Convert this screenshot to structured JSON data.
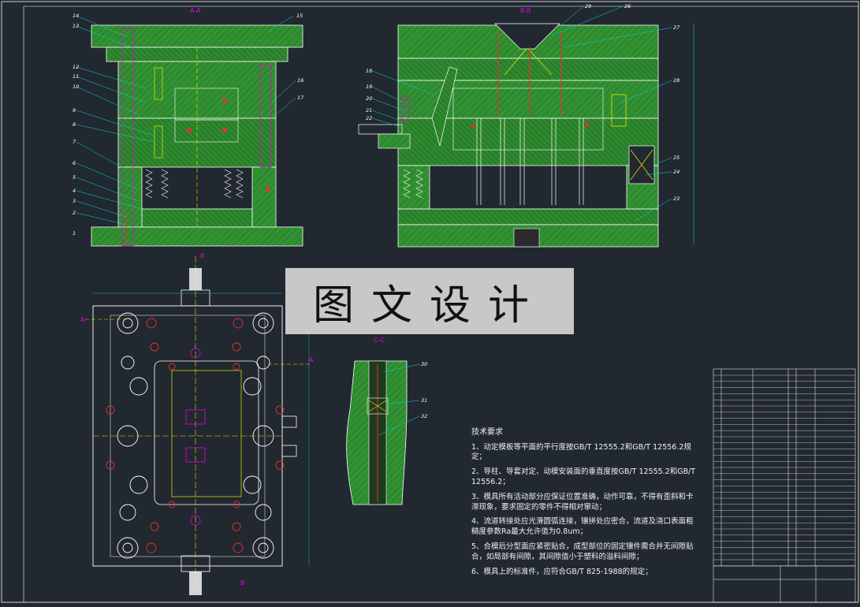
{
  "views": {
    "section_aa": "A-A",
    "section_bb": "B-B",
    "section_cc": "C-C"
  },
  "section_markers": {
    "A": "A",
    "B": "B"
  },
  "part_numbers_left": [
    "14",
    "13",
    "12",
    "11",
    "10",
    "9",
    "8",
    "7",
    "6",
    "5",
    "4",
    "3",
    "2",
    "1"
  ],
  "part_numbers_aa_right": [
    "15",
    "16",
    "17"
  ],
  "part_numbers_bb_left": [
    "18",
    "19",
    "20",
    "21",
    "22"
  ],
  "part_numbers_bb_right": [
    "26",
    "27",
    "28",
    "25",
    "24",
    "23"
  ],
  "part_numbers_bb_top": [
    "29"
  ],
  "part_numbers_cc": [
    "30",
    "31",
    "32"
  ],
  "watermark": "图文设计",
  "tech_notes": {
    "title": "技术要求",
    "items": [
      "1、动定模板等平面的平行度按GB/T 12555.2和GB/T 12556.2规定；",
      "2、导柱、导套对定、动模安装面的垂直度按GB/T 12555.2和GB/T 12556.2；",
      "3、模具所有活动部分应保证位置准确，动作可靠，不得有歪斜和卡滞现象，要求固定的零件不得相对窜动；",
      "4、流道转接处应光滑圆弧连接，镶拼处应密合，流道及浇口表面粗糙度参数Ra最大允许值为0.8um；",
      "5、合模后分型面应紧密贴合，成型部位的固定镶件需合并无间隙贴合，如局部有间隙，其间隙值小于塑料的溢料间隙；",
      "6、模具上的标准件，应符合GB/T 825-1988的规定；"
    ]
  },
  "colors": {
    "background": "#212830",
    "steel_fill": "#2e8a2e",
    "outline": "#ffffff",
    "dimension": "#00d8e8",
    "highlight": "#e800e8",
    "center_line": "#e83030",
    "yellow": "#e8e800"
  }
}
